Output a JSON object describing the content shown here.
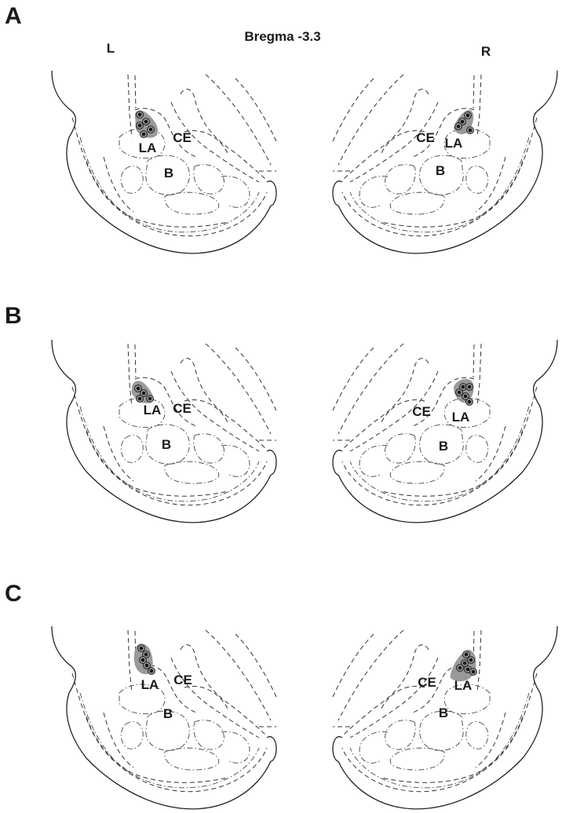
{
  "figure": {
    "title": "Bregma -3.3",
    "hemisphere_left": "L",
    "hemisphere_right": "R"
  },
  "panels": [
    {
      "letter": "A",
      "labels": {
        "la": "LA",
        "ce": "CE",
        "b": "B"
      }
    },
    {
      "letter": "B",
      "labels": {
        "la": "LA",
        "ce": "CE",
        "b": "B"
      }
    },
    {
      "letter": "C",
      "labels": {
        "la": "LA",
        "ce": "CE",
        "b": "B"
      }
    }
  ],
  "colors": {
    "outline": "#222222",
    "placement_fill": "#9a9a9a",
    "placement_dot": "#111111"
  }
}
